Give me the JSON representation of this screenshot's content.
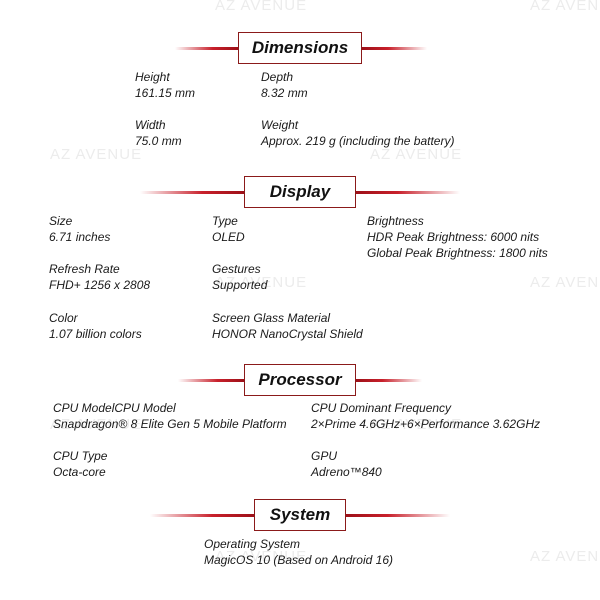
{
  "watermark": "AZ AVENUE",
  "sections": {
    "dimensions": {
      "title": "Dimensions",
      "height": {
        "label": "Height",
        "value": "161.15 mm"
      },
      "depth": {
        "label": "Depth",
        "value": "8.32 mm"
      },
      "width": {
        "label": "Width",
        "value": "75.0 mm"
      },
      "weight": {
        "label": "Weight",
        "value": "Approx. 219 g (including the battery)"
      }
    },
    "display": {
      "title": "Display",
      "size": {
        "label": "Size",
        "value": "6.71 inches"
      },
      "type": {
        "label": "Type",
        "value": "OLED"
      },
      "brightness": {
        "label": "Brightness",
        "value": "HDR Peak Brightness: 6000 nits",
        "value2": "Global Peak Brightness: 1800 nits"
      },
      "refresh": {
        "label": "Refresh Rate",
        "value": "FHD+ 1256 x 2808"
      },
      "gestures": {
        "label": "Gestures",
        "value": "Supported"
      },
      "color": {
        "label": "Color",
        "value": "1.07 billion colors"
      },
      "glass": {
        "label": "Screen Glass Material",
        "value": "HONOR NanoCrystal Shield"
      }
    },
    "processor": {
      "title": "Processor",
      "model": {
        "label": "CPU ModelCPU Model",
        "value": "Snapdragon® 8 Elite Gen 5 Mobile Platform"
      },
      "frequency": {
        "label": "CPU Dominant Frequency",
        "value": "2×Prime 4.6GHz+6×Performance 3.62GHz"
      },
      "cputype": {
        "label": "CPU Type",
        "value": "Octa-core"
      },
      "gpu": {
        "label": "GPU",
        "value": "Adreno™840"
      }
    },
    "system": {
      "title": "System",
      "os": {
        "label": "Operating System",
        "value": "MagicOS 10 (Based on Android 16)"
      }
    }
  },
  "colors": {
    "accent": "#c8202b",
    "border": "#8b1a1a"
  }
}
